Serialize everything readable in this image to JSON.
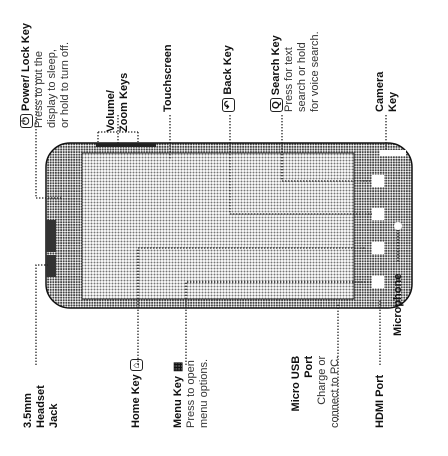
{
  "labels": {
    "power": {
      "title": "Power/ Lock Key",
      "icon": "power-icon",
      "glyph": "⏻",
      "line1": "Press to put the",
      "line2": "display to sleep,",
      "line3": "or hold to turn off."
    },
    "volume": {
      "title1": "Volume/",
      "title2": "Zoom Keys"
    },
    "touchscreen": {
      "title": "Touchscreen"
    },
    "back": {
      "title": "Back Key",
      "icon": "back-arrow-icon",
      "glyph": "↶"
    },
    "search": {
      "title": "Search Key",
      "icon": "search-icon",
      "glyph": "Q",
      "line1": "Press for text",
      "line2": "search or hold",
      "line3": "for voice search."
    },
    "camera": {
      "title1": "Camera",
      "title2": "Key"
    },
    "microphone": {
      "title": "Microphone"
    },
    "headset": {
      "title1": "3.5mm",
      "title2": "Headset",
      "title3": "Jack"
    },
    "home": {
      "title": "Home Key",
      "icon": "home-icon",
      "glyph": "⌂"
    },
    "menu": {
      "title": "Menu Key",
      "icon": "menu-icon",
      "glyph": "▦",
      "line1": "Press to open",
      "line2": "menu options."
    },
    "usb": {
      "title1": "Micro USB",
      "title2": "Port",
      "line1": "Charge or",
      "line2": "connect to PC."
    },
    "hdmi": {
      "title": "HDMI Port"
    }
  },
  "colors": {
    "body": "#555555",
    "screen_dots": "#777777",
    "line": "#222222"
  }
}
